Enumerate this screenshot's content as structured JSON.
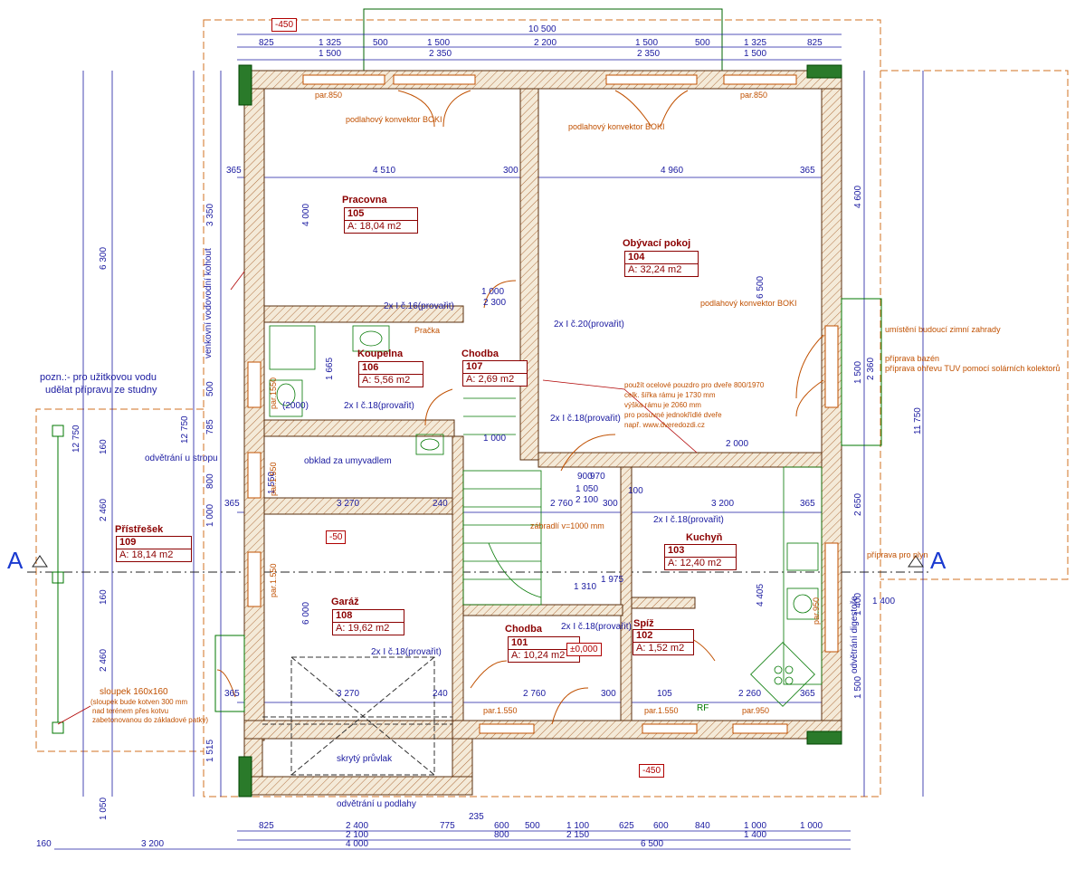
{
  "rooms": [
    {
      "name": "Pracovna",
      "number": "105",
      "area": "A: 18,04 m2"
    },
    {
      "name": "Obývací pokoj",
      "number": "104",
      "area": "A: 32,24 m2"
    },
    {
      "name": "Koupelna",
      "number": "106",
      "area": "A: 5,56 m2"
    },
    {
      "name": "Chodba",
      "number": "107",
      "area": "A: 2,69 m2"
    },
    {
      "name": "Přístřešek",
      "number": "109",
      "area": "A: 18,14 m2"
    },
    {
      "name": "Garáž",
      "number": "108",
      "area": "A: 19,62 m2"
    },
    {
      "name": "Kuchyň",
      "number": "103",
      "area": "A: 12,40 m2"
    },
    {
      "name": "Chodba",
      "number": "101",
      "area": "A: 10,24 m2"
    },
    {
      "name": "Spíž",
      "number": "102",
      "area": "A: 1,52 m2"
    }
  ],
  "levels": {
    "top": "-450",
    "bottom": "-450",
    "garage": "-50",
    "hall": "±0,000"
  },
  "section_marks": {
    "left": "A",
    "right": "A"
  },
  "notes": {
    "well": "pozn.:- pro užitkovou vodu",
    "well2": "udělat přípravu ze studny",
    "tap": "venkovní vodovodní kohout",
    "vent_ceiling": "odvětrání u stropu",
    "tiles": "obklad za umyvadlem",
    "vent_floor": "odvětrání u podlahy",
    "hidden_beam": "skrytý průvlak",
    "post": "sloupek 160x160",
    "post2": "(sloupek bude kotven 300 mm",
    "post3": "nad terénem přes kotvu",
    "post4": "zabetonovanou do základové patky)",
    "hood_vent": "odvětrání digestoře",
    "winter_garden": "umístění budoucí zimní zahrady",
    "pool": "příprava bazén",
    "solar": "příprava ohřevu TUV pomocí solárních kolektorů",
    "gas": "příprava pro plyn",
    "pocket1": "použít ocelové pouzdro pro dveře 800/1970",
    "pocket2": "celk. šířka rámu je 1730 mm",
    "pocket3": "výška rámu je 2060 mm",
    "pocket4": "pro posuvné jednokřídlé dveře",
    "pocket5": "např. www.dveredozdi.cz",
    "railing": "zábradlí v=1000 mm",
    "convector1": "podlahový konvektor BOKI",
    "convector2": "podlahový konvektor BOKI",
    "convector3": "podlahový konvektor BOKI",
    "washer": "Pračka",
    "shower_h": "(2000)",
    "rf": "RF"
  },
  "lintels": {
    "l1": "2x I č.16(provařit)",
    "l2": "2x I č.20(provařit)",
    "l3": "2x I č.18(provařit)",
    "l4": "2x I č.18(provařit)",
    "l5": "2x I č.18(provařit)",
    "l6": "2x I č.18(provařit)",
    "l7": "2x I č.18(provařit)"
  },
  "parapets": {
    "p1": "par.850",
    "p2": "par.850",
    "p3": "par.1550",
    "p4": "par.1.550",
    "p5": "par.1.550",
    "p6": "par.1.550",
    "p7": "par.1.550",
    "p8": "par.950",
    "p9": "par.950"
  },
  "dims_top": {
    "total": "10 500",
    "row1": [
      "825",
      "1 325",
      "500",
      "1 500",
      "2 200",
      "1 500",
      "500",
      "1 325",
      "825"
    ],
    "row2": [
      "1 500",
      "2 350",
      "2 350",
      "1 500"
    ]
  },
  "dims_bottom": {
    "row1": [
      "825",
      "2 400",
      "775",
      "235",
      "600",
      "500",
      "1 100",
      "625",
      "600",
      "840",
      "1 000",
      "1 000"
    ],
    "row2": [
      "2 100",
      "800",
      "2 150",
      "1 400"
    ],
    "row3": [
      "160",
      "3 200",
      "4 000",
      "6 500"
    ]
  },
  "dims_interior": {
    "h1": [
      "365",
      "4 510",
      "300",
      "4 960",
      "365"
    ],
    "h2": [
      "365",
      "3 270",
      "240",
      "2 760",
      "300",
      "3 200",
      "365"
    ],
    "h3": [
      "365",
      "3 270",
      "240",
      "2 760",
      "300",
      "105",
      "2 260",
      "365"
    ],
    "misc": [
      "1 000",
      "2 300",
      "1 000",
      "1 050",
      "2 100",
      "1 310",
      "1 975",
      "2 000",
      "900",
      "970",
      "100",
      "1 400"
    ]
  },
  "dims_left": [
    "6 300",
    "12 750",
    "12 750",
    "2 460",
    "160",
    "2 460",
    "160",
    "1 050",
    "4 000",
    "1 665",
    "6 000",
    "3 350",
    "500",
    "785",
    "1 000",
    "800",
    "1 550",
    "1 515"
  ],
  "dims_right": [
    "11 750",
    "4 600",
    "6 500",
    "2 650",
    "1 400",
    "1 500",
    "4 405",
    "2 360",
    "1 500"
  ],
  "colors": {
    "wall": "#8b4513",
    "dim": "#1a1aa0",
    "annotation": "#c05000",
    "room": "#8b0000",
    "green": "#007700"
  }
}
